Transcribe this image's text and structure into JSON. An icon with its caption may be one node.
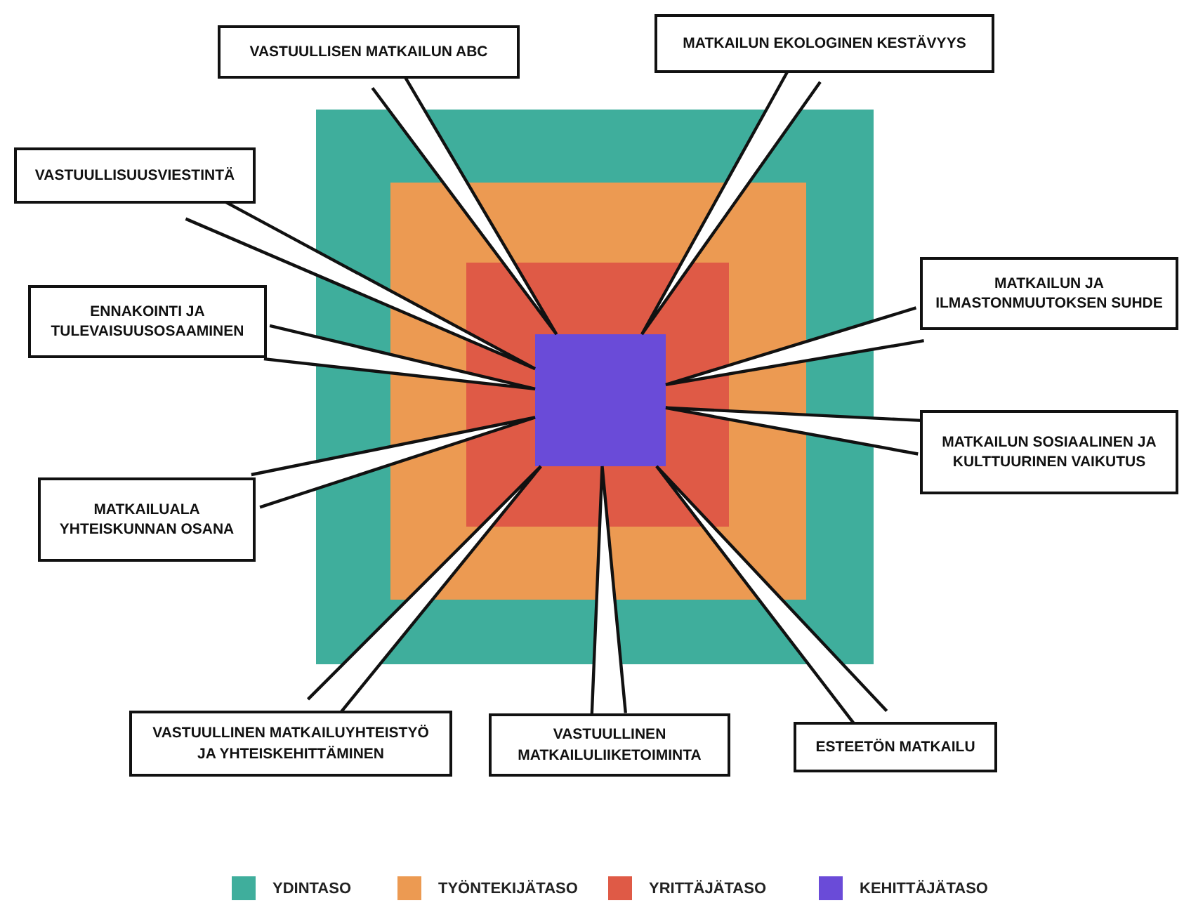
{
  "diagram": {
    "nodes": [
      {
        "text": [],
        "shape": "box"
      },
      {
        "text": [
          "VASTUULLISEN MATKAILUN ABC"
        ]
      },
      {
        "text": [
          "MATKAILUN EKOLOGINEN KESTÄVYYS"
        ]
      },
      {
        "text": [
          "VASTUULLISUUSVIESTINTÄ"
        ]
      },
      {
        "text": [
          "MATKAILUN JA ILMASTONMUUTOKSEN SUHDE"
        ]
      },
      {
        "text": [
          "ENNAKOINTI JA TULEVAISUUSOSAAMINEN"
        ]
      },
      {
        "text": [
          "MATKAILUN SOSIAALINEN JA KULTTUURINEN VAIKUTUS"
        ]
      },
      {
        "text": [
          "MATKAILUALA YHTEISKUNNAN OSANA"
        ]
      },
      {
        "text": [
          "VASTUULLINEN MATKAILUYHTEISTYÖ JA YHTEISKEHITTÄMINEN"
        ]
      },
      {
        "text": [
          "VASTUULLINEN MATKAILULIIKETOIMINTA"
        ]
      },
      {
        "text": [
          "ESTEETÖN MATKAILU"
        ]
      }
    ],
    "edges": [
      {
        "from": 1,
        "to": 0,
        "arrow": "none"
      },
      {
        "from": 2,
        "to": 0,
        "arrow": "none"
      },
      {
        "from": 3,
        "to": 0,
        "arrow": "none"
      },
      {
        "from": 4,
        "to": 0,
        "arrow": "none"
      },
      {
        "from": 5,
        "to": 0,
        "arrow": "none"
      },
      {
        "from": 6,
        "to": 0,
        "arrow": "none"
      },
      {
        "from": 7,
        "to": 0,
        "arrow": "none"
      },
      {
        "from": 8,
        "to": 0,
        "arrow": "none"
      },
      {
        "from": 9,
        "to": 0,
        "arrow": "none"
      },
      {
        "from": 10,
        "to": 0,
        "arrow": "none"
      }
    ],
    "legend": [
      {
        "text": "YDINTASO",
        "color": "#3fae9c"
      },
      {
        "text": "TYÖNTEKIJÄTASO",
        "color": "#ec9a52"
      },
      {
        "text": "YRITTÄJÄTASO",
        "color": "#df5a46"
      },
      {
        "text": "KEHITTÄJÄTASO",
        "color": "#6a4bd8"
      }
    ]
  }
}
